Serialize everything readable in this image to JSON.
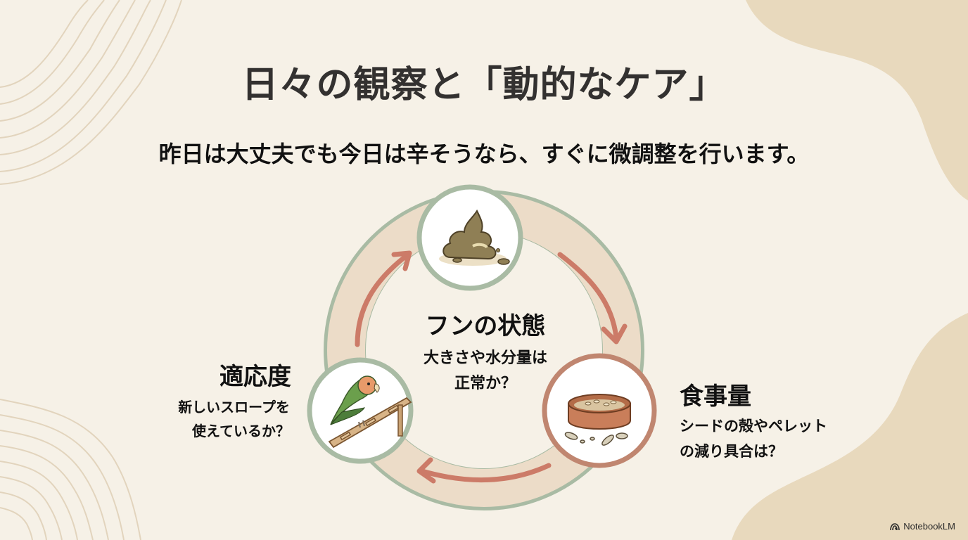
{
  "slide": {
    "title": "日々の観察と「動的なケア」",
    "subtitle": "昨日は大丈夫でも今日は辛そうなら、すぐに微調整を行います。"
  },
  "cycle": {
    "nodes": [
      {
        "id": "droppings",
        "icon": "droppings-icon",
        "title": "フンの状態",
        "desc_lines": [
          "大きさや水分量は",
          "正常か？"
        ],
        "border_color": "#a9bba4"
      },
      {
        "id": "food",
        "icon": "food-bowl-icon",
        "title": "食事量",
        "desc_lines": [
          "シードの殻やペレット",
          "の減り具合は？"
        ],
        "border_color": "#c08670"
      },
      {
        "id": "adaptation",
        "icon": "lovebird-on-slope-icon",
        "title": "適応度",
        "desc_lines": [
          "新しいスロープを",
          "使えているか？"
        ],
        "border_color": "#a9bba4"
      }
    ],
    "arrow_direction": "clockwise"
  },
  "colors": {
    "background": "#f6f1e7",
    "blob": "#e8d9bd",
    "ring_outline": "#a9bba4",
    "ring_fill": "#ecdcc8",
    "arrow": "#cc7b68",
    "wave_lines": "#e2d4bd"
  },
  "brand": {
    "label": "NotebookLM"
  }
}
